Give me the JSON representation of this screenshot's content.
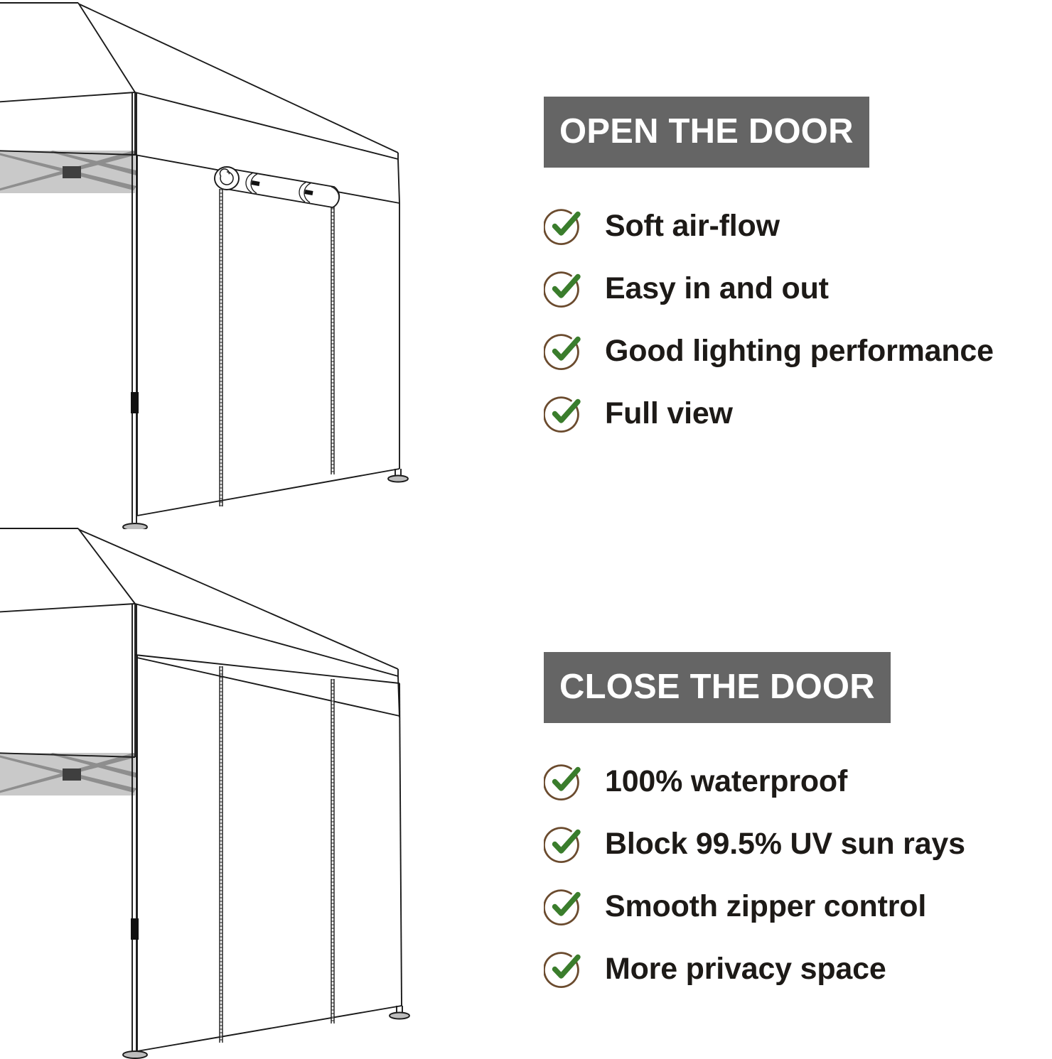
{
  "colors": {
    "header_bar_bg": "#656565",
    "header_bar_text": "#ffffff",
    "feature_text": "#1d1a17",
    "check_circle": "#6b4b2e",
    "check_mark": "#3a7d2c",
    "tent_outline": "#1a1a1a",
    "tent_frame_fill": "#c9c9c9",
    "tent_frame_bar": "#8e8e8e",
    "tent_connector": "#3f3f3f",
    "zipper": "#8a8a8a",
    "background": "#ffffff"
  },
  "sections": [
    {
      "id": "open",
      "header": "OPEN THE DOOR",
      "illustration_name": "canopy-tent-with-door-rolled-up",
      "features": [
        {
          "icon": "check-circle-icon",
          "label": "Soft air-flow"
        },
        {
          "icon": "check-circle-icon",
          "label": "Easy in and out"
        },
        {
          "icon": "check-circle-icon",
          "label": "Good lighting performance"
        },
        {
          "icon": "check-circle-icon",
          "label": "Full view"
        }
      ]
    },
    {
      "id": "close",
      "header": "CLOSE THE DOOR",
      "illustration_name": "canopy-tent-with-door-closed",
      "features": [
        {
          "icon": "check-circle-icon",
          "label": "100% waterproof"
        },
        {
          "icon": "check-circle-icon",
          "label": "Block 99.5% UV sun rays"
        },
        {
          "icon": "check-circle-icon",
          "label": "Smooth zipper control"
        },
        {
          "icon": "check-circle-icon",
          "label": "More privacy space"
        }
      ]
    }
  ]
}
